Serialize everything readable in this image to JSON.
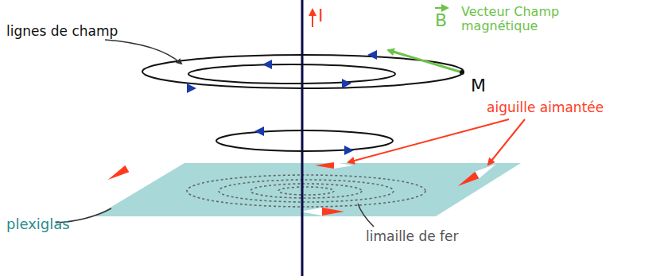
{
  "diagram": {
    "labels": [
      "I",
      "lignes de champ",
      "B",
      "Vecteur Champ magnétique",
      "M",
      "aiguille aimantée",
      "plexiglas",
      "limaille de fer"
    ]
  }
}
